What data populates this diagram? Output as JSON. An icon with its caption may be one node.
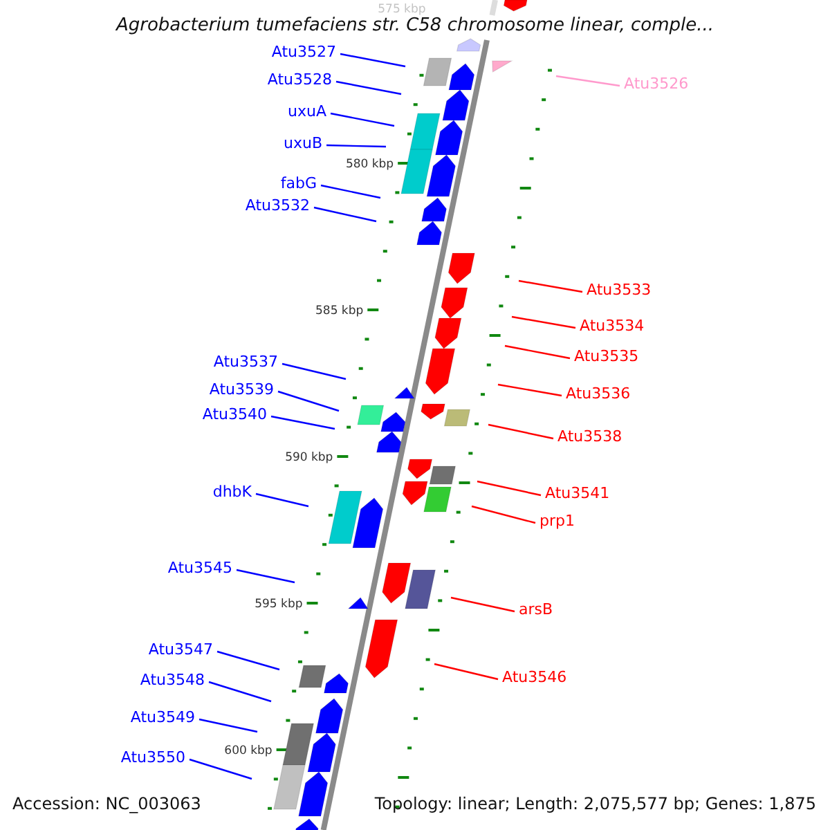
{
  "diagram": {
    "title": "Agrobacterium tumefaciens str. C58 chromosome linear, comple...",
    "nodes": [
      {
        "text": [
          "Atu3527"
        ]
      },
      {
        "text": [
          "Atu3528"
        ]
      },
      {
        "text": [
          "Atu3526"
        ]
      },
      {
        "text": [
          "uxuA"
        ]
      },
      {
        "text": [
          "uxuB"
        ]
      },
      {
        "text": [
          "fabG"
        ]
      },
      {
        "text": [
          "Atu3532"
        ]
      },
      {
        "text": [
          "Atu3533"
        ]
      },
      {
        "text": [
          "Atu3534"
        ]
      },
      {
        "text": [
          "Atu3535"
        ]
      },
      {
        "text": [
          "Atu3537"
        ]
      },
      {
        "text": [
          "Atu3539"
        ]
      },
      {
        "text": [
          "Atu3536"
        ]
      },
      {
        "text": [
          "Atu3540"
        ]
      },
      {
        "text": [
          "Atu3538"
        ]
      },
      {
        "text": [
          "dhbK"
        ]
      },
      {
        "text": [
          "Atu3541"
        ]
      },
      {
        "text": [
          "prp1"
        ]
      },
      {
        "text": [
          "Atu3545"
        ]
      },
      {
        "text": [
          "arsB"
        ]
      },
      {
        "text": [
          "Atu3547"
        ]
      },
      {
        "text": [
          "Atu3546"
        ]
      },
      {
        "text": [
          "Atu3548"
        ]
      },
      {
        "text": [
          "Atu3549"
        ]
      },
      {
        "text": [
          "Atu3550"
        ]
      }
    ],
    "edges": [
      {
        "from": 0,
        "to": null,
        "arrow": "none"
      },
      {
        "from": 1,
        "to": null,
        "arrow": "none"
      },
      {
        "from": 2,
        "to": null,
        "arrow": "none",
        "color": "#ff99cc"
      },
      {
        "from": 3,
        "to": null,
        "arrow": "none"
      },
      {
        "from": 4,
        "to": null,
        "arrow": "none"
      },
      {
        "from": 5,
        "to": null,
        "arrow": "none"
      },
      {
        "from": 6,
        "to": null,
        "arrow": "none"
      },
      {
        "from": 7,
        "to": null,
        "arrow": "none",
        "color": "#ff0000"
      },
      {
        "from": 8,
        "to": null,
        "arrow": "none",
        "color": "#ff0000"
      },
      {
        "from": 9,
        "to": null,
        "arrow": "none",
        "color": "#ff0000"
      },
      {
        "from": 10,
        "to": null,
        "arrow": "none"
      },
      {
        "from": 11,
        "to": null,
        "arrow": "none"
      },
      {
        "from": 12,
        "to": null,
        "arrow": "none",
        "color": "#ff0000"
      },
      {
        "from": 13,
        "to": null,
        "arrow": "none"
      },
      {
        "from": 14,
        "to": null,
        "arrow": "none",
        "color": "#ff0000"
      },
      {
        "from": 15,
        "to": null,
        "arrow": "none"
      },
      {
        "from": 16,
        "to": null,
        "arrow": "none",
        "color": "#ff0000"
      },
      {
        "from": 17,
        "to": null,
        "arrow": "none",
        "color": "#ff0000"
      },
      {
        "from": 18,
        "to": null,
        "arrow": "none"
      },
      {
        "from": 19,
        "to": null,
        "arrow": "none",
        "color": "#ff0000"
      },
      {
        "from": 20,
        "to": null,
        "arrow": "none"
      },
      {
        "from": 21,
        "to": null,
        "arrow": "none",
        "color": "#ff0000"
      },
      {
        "from": 22,
        "to": null,
        "arrow": "none"
      },
      {
        "from": 23,
        "to": null,
        "arrow": "none"
      },
      {
        "from": 24,
        "to": null,
        "arrow": "none"
      }
    ],
    "labels": [
      "575 kbp",
      "580 kbp",
      "585 kbp",
      "590 kbp",
      "595 kbp",
      "600 kbp",
      "Accession: NC_003063",
      "Topology: linear; Length: 2,075,577 bp; Genes: 1,875"
    ]
  }
}
